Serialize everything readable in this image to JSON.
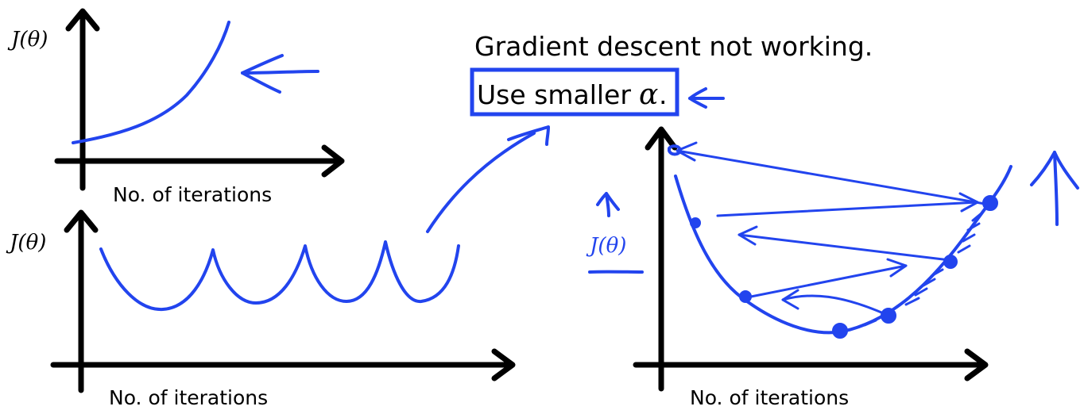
{
  "title": "Gradient descent not working.",
  "suggestion": {
    "prefix": "Use smaller",
    "symbol": "α",
    "suffix": "."
  },
  "plots": {
    "top_left": {
      "y_label": "J(θ)",
      "x_label": "No. of iterations"
    },
    "bottom_left": {
      "y_label": "J(θ)",
      "x_label": "No. of iterations"
    },
    "right": {
      "y_label": "J(θ)",
      "x_label": "No. of iterations"
    }
  },
  "colors": {
    "ink": "#2244ee",
    "axis": "#000000"
  }
}
